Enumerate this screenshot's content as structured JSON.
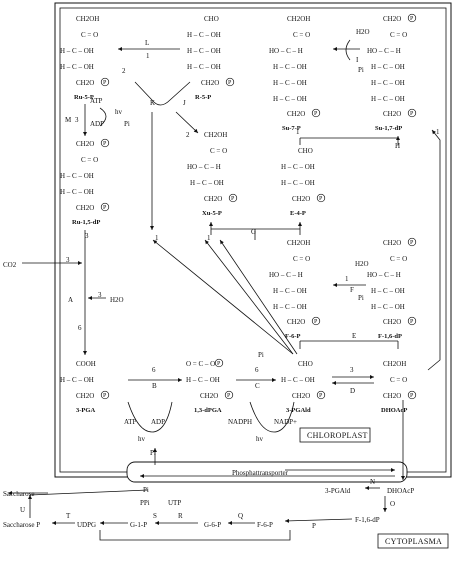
{
  "labels": {
    "chloroplast": "CHLOROPLAST",
    "cytoplasma": "CYTOPLASMA",
    "phosphattransporter": "Phosphattransporter",
    "co2": "CO2",
    "saccharose": "Saccharose",
    "saccharose_p": "Saccharose P",
    "udpg": "UDPG",
    "g1p": "G-1-P",
    "g6p": "G-6-P",
    "f6p": "F-6-P",
    "f16dp": "F-1,6-dP",
    "pgald_cyt": "3-PGAld",
    "dhoacp_cyt": "DHOAcP",
    "pi": "Pi",
    "ppi": "PPi",
    "utp": "UTP",
    "h2o": "H2O",
    "atp": "ATP",
    "adp": "ADP",
    "hv": "hv",
    "nadph": "NADPH",
    "nadp": "NADP+"
  },
  "compounds": {
    "ru5p": "Ru-5-P",
    "r5p": "R-5-P",
    "su7p": "Su-7-P",
    "su17dp": "Su-1,7-dP",
    "ru15dp": "Ru-1,5-dP",
    "xu5p": "Xu-5-P",
    "e4p": "E-4-P",
    "f6p": "F-6-P",
    "f16dp": "F-1,6-dP",
    "pga": "3-PGA",
    "dpga": "1,3-dPGA",
    "pgald": "3-PGAld",
    "dhoacp": "DHOAcP"
  },
  "structure_lines": {
    "ch2oh": "CH2OH",
    "ch2op": "CH2O",
    "co": "C = O",
    "hcoh": "H – C – OH",
    "hoch": "HO – C – H",
    "cho": "CHO",
    "cooh": "COOH",
    "ocop": "O = C – O",
    "p": "P"
  },
  "enzymes": [
    "A",
    "B",
    "C",
    "D",
    "E",
    "F",
    "G",
    "H",
    "I",
    "J",
    "K",
    "L",
    "M",
    "N",
    "O",
    "P",
    "Q",
    "R",
    "S",
    "T",
    "U"
  ],
  "stoich": {
    "one": "1",
    "two": "2",
    "three": "3",
    "six": "6"
  }
}
